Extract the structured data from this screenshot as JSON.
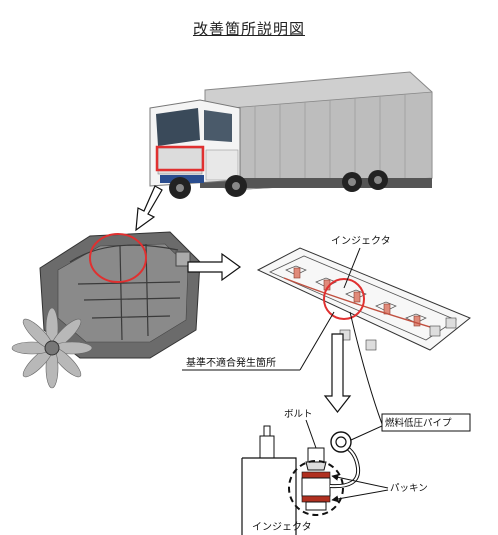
{
  "title": "改善箇所説明図",
  "labels": {
    "injector_top": "インジェクタ",
    "defect_location": "基準不適合発生箇所",
    "bolt": "ボルト",
    "fuel_pipe": "燃料低圧パイプ",
    "packing": "パッキン",
    "injector_bottom": "インジェクタ"
  },
  "colors": {
    "highlight": "#e03030",
    "line": "#111111",
    "truck_cab": "#f2f2f2",
    "truck_body": "#c8c8c8",
    "packing": "#b03020"
  }
}
